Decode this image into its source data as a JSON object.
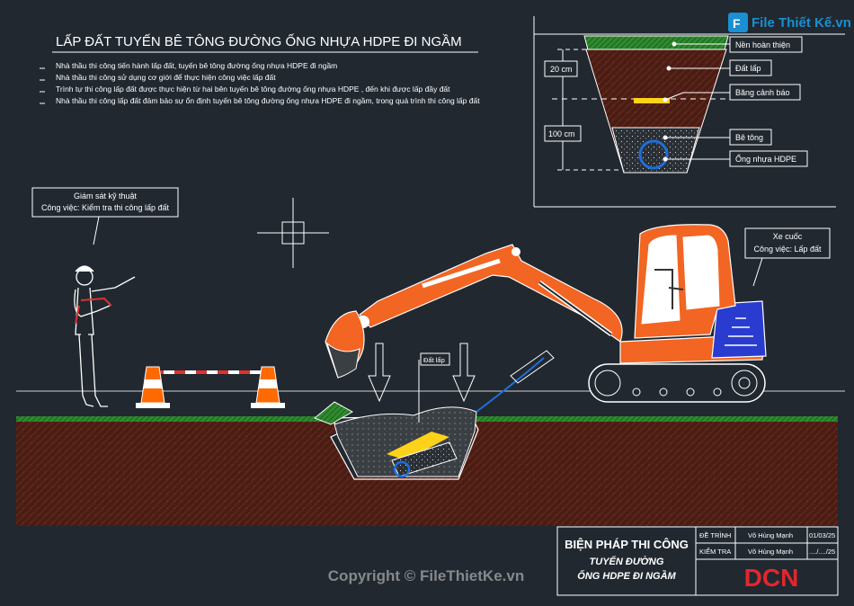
{
  "title": "LẤP ĐẤT TUYẾN BÊ TÔNG ĐƯỜNG ỐNG NHỰA HDPE ĐI NGẦM",
  "notes": [
    "Nhà thầu thi công tiến hành lấp đất, tuyến bê tông đường ống nhựa HDPE đi ngầm",
    "Nhà thầu thi công sử dụng cơ giới để thực hiện công việc lấp đất",
    "Trình tự thi công lấp đất được thực hiện từ hai bên tuyến bê tông đường ống nhựa HDPE , đến khi được lấp đầy đất",
    "Nhà thầu thi công lấp đất đảm bảo sự ổn định tuyến bê tông đường ống nhựa HDPE đi ngầm, trong quá trình thi công lấp đất"
  ],
  "section": {
    "dim_top": "20 cm",
    "dim_bottom": "100 cm",
    "labels": [
      "Nền hoàn thiện",
      "Đất lấp",
      "Băng cảnh báo",
      "Bê tông",
      "Ống nhựa HDPE"
    ]
  },
  "supervisor": {
    "line1": "Giám sát kỹ thuật",
    "line2": "Công việc: Kiểm tra thi công lấp đất"
  },
  "excavator": {
    "line1": "Xe cuốc",
    "line2": "Công việc: Lấp đất"
  },
  "trench_label": "Đất lấp",
  "title_block": {
    "main": "BIỆN PHÁP THI CÔNG",
    "sub1": "TUYẾN ĐƯỜNG",
    "sub2": "ỐNG HDPE ĐI NGẦM",
    "row1_label": "ĐỀ TRÌNH",
    "row1_name": "Võ Hùng Mạnh",
    "row1_date": "01/03/25",
    "row2_label": "KIỂM TRA",
    "row2_name": "Võ Hùng Mạnh",
    "row2_date": "..../..../25",
    "logo_text": "DCN"
  },
  "watermark": {
    "logo": "File Thiết Kế.vn",
    "copyright": "Copyright © FileThietKe.vn"
  },
  "colors": {
    "background": "#212830",
    "orange": "#f26522",
    "soil": "#4a1d14",
    "grass": "#2e8b2e",
    "warning": "#ffd21a",
    "pipe": "#1e6fd9",
    "cone": "#ff6a00",
    "logo_red": "#e3262d"
  }
}
